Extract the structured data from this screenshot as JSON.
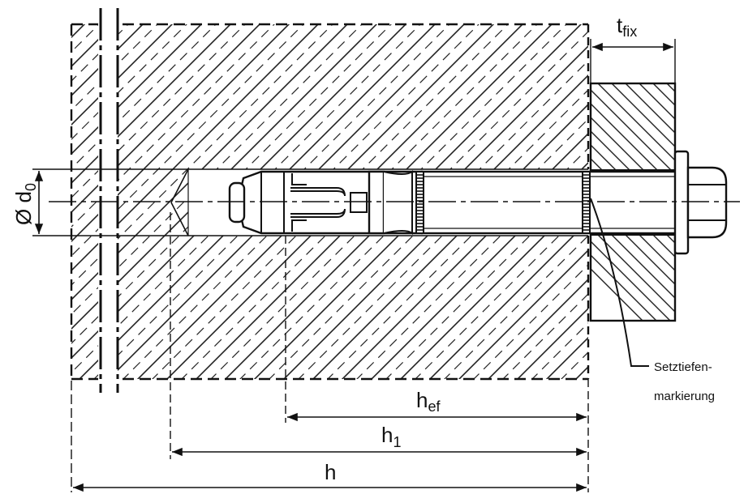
{
  "labels": {
    "diameter_symbol": "Ø d",
    "diameter_sub": "0",
    "tfix_main": "t",
    "tfix_sub": "fix",
    "hef_main": "h",
    "hef_sub": "ef",
    "h1_main": "h",
    "h1_sub": "1",
    "h_main": "h",
    "marking_line1": "Setztiefen-",
    "marking_line2": "markierung"
  },
  "colors": {
    "ink": "#111111",
    "paper": "#ffffff"
  }
}
